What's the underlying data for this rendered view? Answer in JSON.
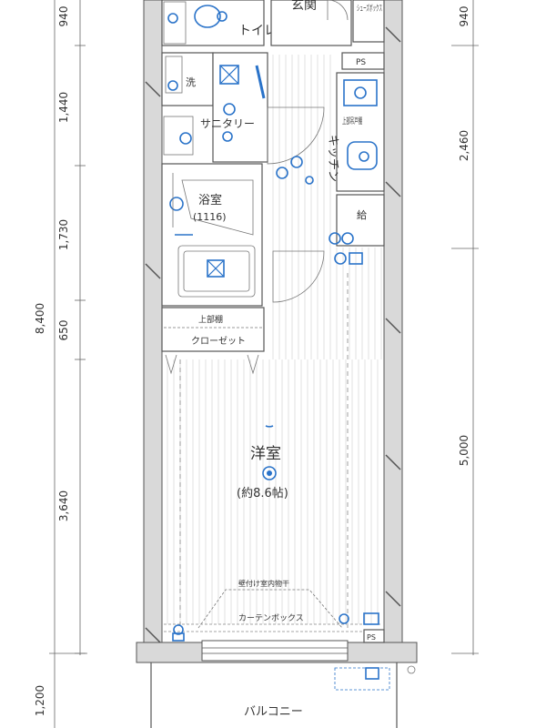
{
  "rooms": {
    "toilet": "トイレ",
    "entrance": "玄関",
    "shoes_box": "シューズボックス",
    "ps_top": "PS",
    "laundry": "洗",
    "sanitary": "サニタリー",
    "kitchen": "キッチン",
    "upper_shelf_kitchen": "上部吊戸棚",
    "bath": "浴室",
    "bath_size": "(1116)",
    "water_heater": "給",
    "upper_shelf": "上部棚",
    "closet": "クローゼット",
    "western_room": "洋室",
    "western_size": "(約8.6帖)",
    "indoor_dryer": "壁付け室内物干",
    "curtain_box": "カーテンボックス",
    "ps_bottom": "PS",
    "balcony": "バルコニー"
  },
  "dimensions_left": {
    "d1": "940",
    "d2": "1,440",
    "d3": "1,730",
    "d4": "650",
    "d5": "3,640",
    "d6": "1,200",
    "total": "8,400"
  },
  "dimensions_right": {
    "d1": "940",
    "d2": "2,460",
    "d3": "5,000"
  },
  "colors": {
    "wall": "#555555",
    "fixture": "#2a73c9",
    "stripe": "#d3d3d3"
  }
}
